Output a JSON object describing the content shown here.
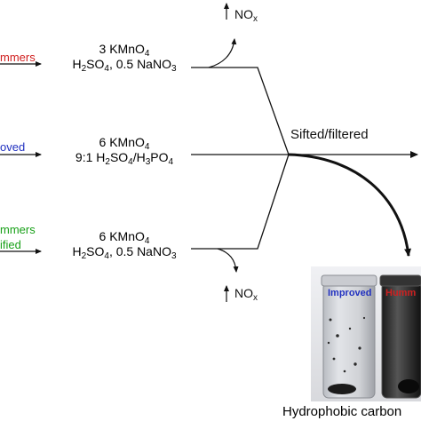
{
  "methods": {
    "hummers": {
      "label": "mmers",
      "color": "#d02020"
    },
    "improved": {
      "label": "oved",
      "color": "#2030c0"
    },
    "modified": {
      "line1": "mmers",
      "line2": "ified",
      "color": "#18a018"
    }
  },
  "reagents": {
    "hummers": {
      "line1_prefix": "3 KMnO",
      "line1_sub": "4",
      "line2": [
        "H",
        "2",
        "SO",
        "4",
        ", 0.5 NaNO",
        "3"
      ]
    },
    "improved": {
      "line1_prefix": "6 KMnO",
      "line1_sub": "4",
      "line2": [
        "9:1 H",
        "2",
        "SO",
        "4",
        "/H",
        "3",
        "PO",
        "4"
      ]
    },
    "modified": {
      "line1_prefix": "6 KMnO",
      "line1_sub": "4",
      "line2": [
        "H",
        "2",
        "SO",
        "4",
        ", 0.5 NaNO",
        "3"
      ]
    }
  },
  "gas": {
    "label": "NO",
    "sub": "x"
  },
  "process_label": "Sifted/filtered",
  "photo": {
    "left_label": "Improved",
    "right_label": "Humm",
    "left_color": "#2030c0",
    "right_color": "#d02020"
  },
  "caption": "Hydrophobic carbon"
}
